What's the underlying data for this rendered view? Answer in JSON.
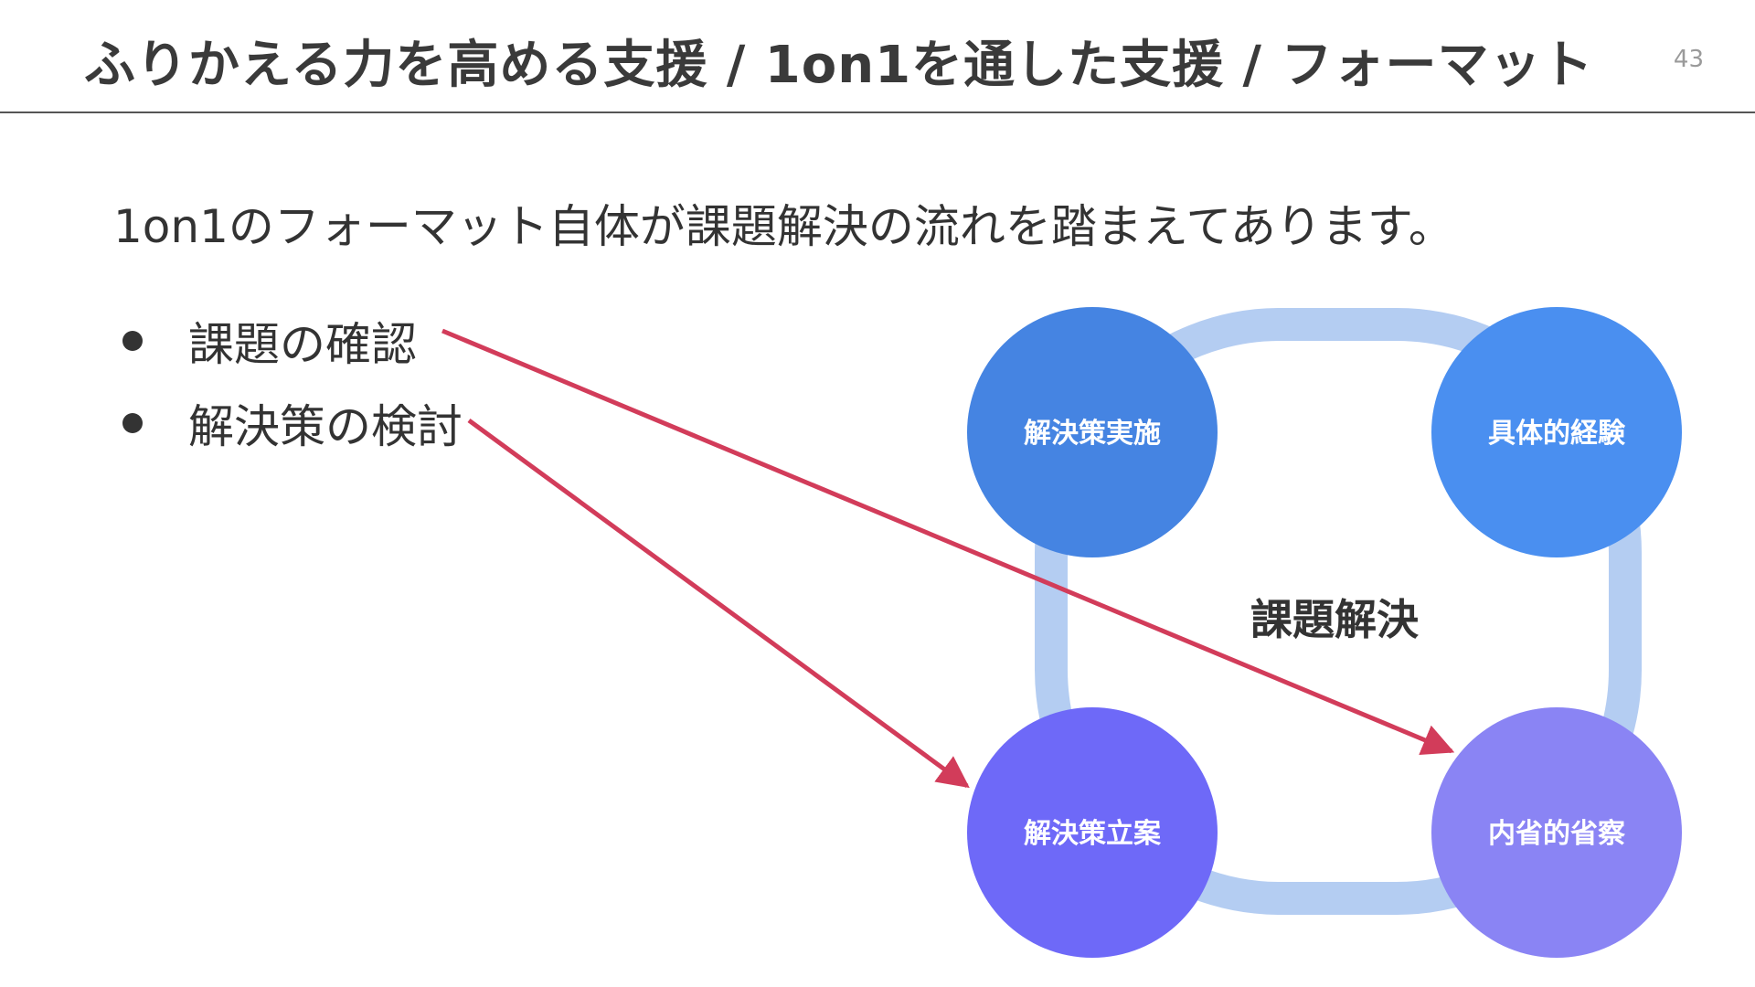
{
  "slide": {
    "title": "ふりかえる力を高める支援 / 1on1を通した支援 / フォーマット",
    "page_number": "43",
    "lead": "1on1のフォーマット自体が課題解決の流れを踏まえてあります。",
    "bullets": [
      {
        "label": "課題の確認"
      },
      {
        "label": "解決策の検討"
      }
    ]
  },
  "diagram": {
    "center_label": "課題解決",
    "nodes": {
      "top_left": {
        "label": "解決策実施",
        "color": "#4584e2"
      },
      "top_right": {
        "label": "具体的経験",
        "color": "#4a8ff0"
      },
      "bottom_left": {
        "label": "解決策立案",
        "color": "#6e69f8"
      },
      "bottom_right": {
        "label": "内省的省察",
        "color": "#8a84f4"
      }
    },
    "ring_color": "#b4cdf2",
    "arrow_color": "#d23c5a"
  }
}
